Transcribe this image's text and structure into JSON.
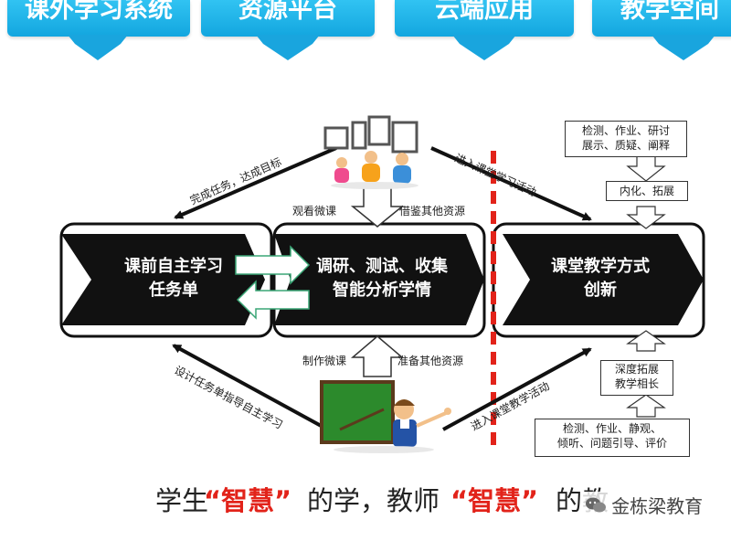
{
  "tabs": [
    "课外学习系统",
    "资源平台",
    "云端应用",
    "教学空间"
  ],
  "diagram": {
    "left_box": [
      "课前自主学习",
      "任务单"
    ],
    "middle_box": [
      "调研、测试、收集",
      "智能分析学情"
    ],
    "right_box": [
      "课堂教学方式",
      "创新"
    ],
    "top_left_arrow": "完成任务，达成目标",
    "top_right_arrow": "进入课堂学习活动",
    "bottom_left_arrow": "设计任务单指导自主学习",
    "bottom_right_arrow": "进入课堂教学活动",
    "watch_micro": "观看微课",
    "borrow_resources": "借鉴其他资源",
    "make_micro": "制作微课",
    "prepare_resources": "准备其他资源",
    "top_right_box": [
      "检测、作业、研讨",
      "展示、质疑、阐释"
    ],
    "internalize": "内化、拓展",
    "depth_box": [
      "深度拓展",
      "教学相长"
    ],
    "bottom_right_box": [
      "检测、作业、静观、",
      "倾听、问题引导、评价"
    ]
  },
  "footer": {
    "p1": "学生",
    "p2": "“智慧”",
    "p3": "的学，教师",
    "p4": "“智慧”",
    "p5": "的教",
    "watermark": "金栋梁教育"
  },
  "colors": {
    "tab": "#1aa9e0",
    "accent_red": "#e2231a",
    "box_black": "#111111"
  }
}
